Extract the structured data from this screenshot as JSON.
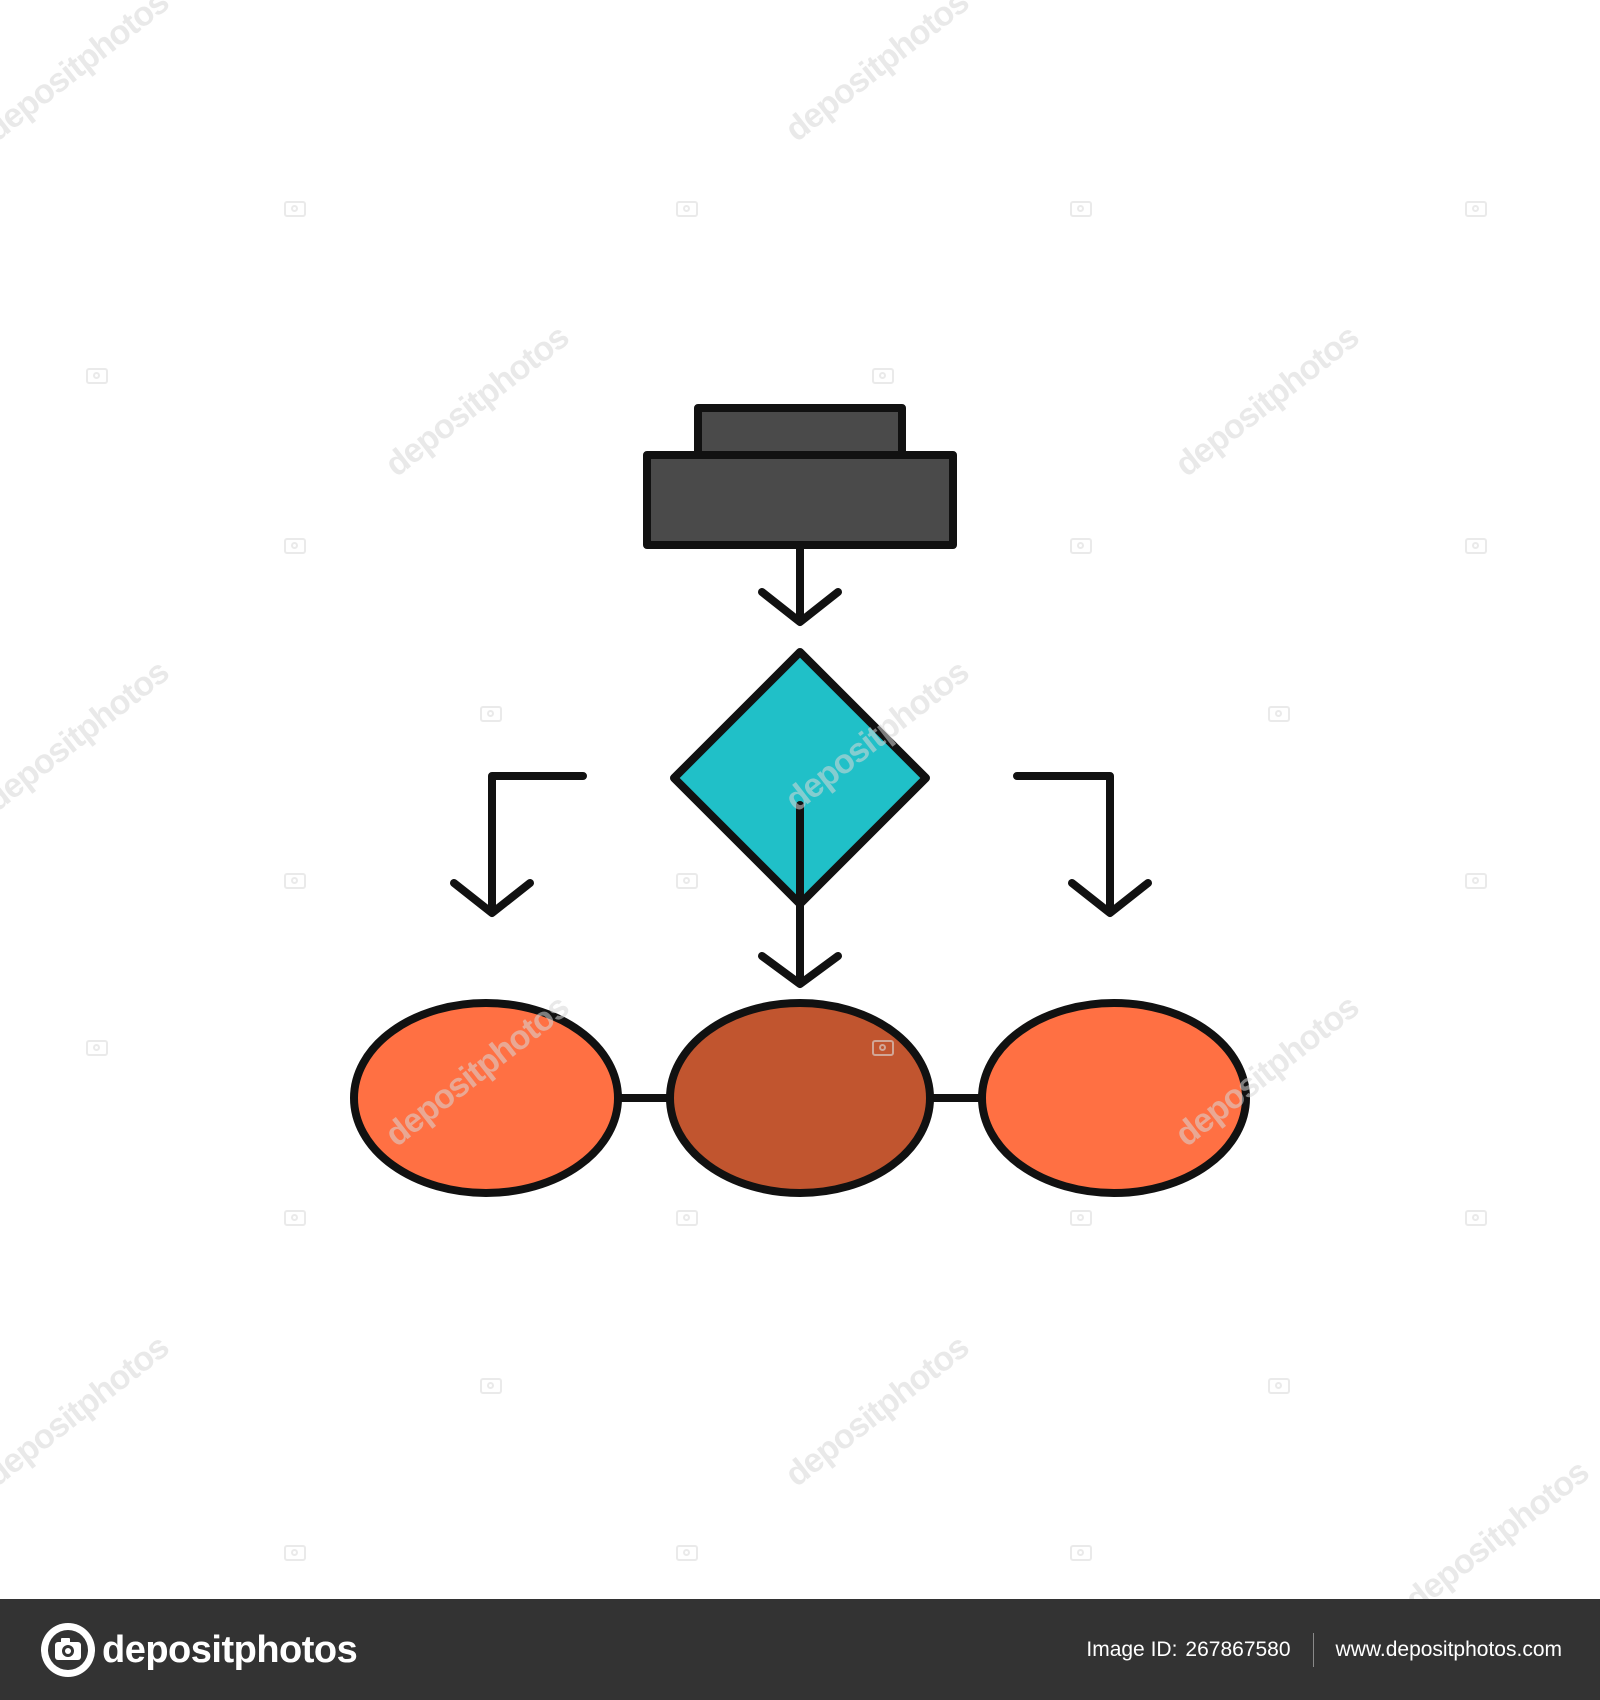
{
  "watermark": {
    "text": "depositphotos"
  },
  "diagram": {
    "colors": {
      "outline": "#111111",
      "start_block_fill": "#4a4a4a",
      "decision_fill": "#20c0c8",
      "side_node_fill": "#ff7043",
      "center_node_fill": "#c1552f"
    },
    "icons": [
      "start-block-icon",
      "decision-diamond-icon",
      "process-node-icon",
      "arrow-down-icon",
      "elbow-arrow-icon"
    ]
  },
  "footer": {
    "brand_name": "depositphotos",
    "image_id_label": "Image ID:",
    "image_id": "267867580",
    "website": "www.depositphotos.com",
    "background_color": "#333333"
  }
}
